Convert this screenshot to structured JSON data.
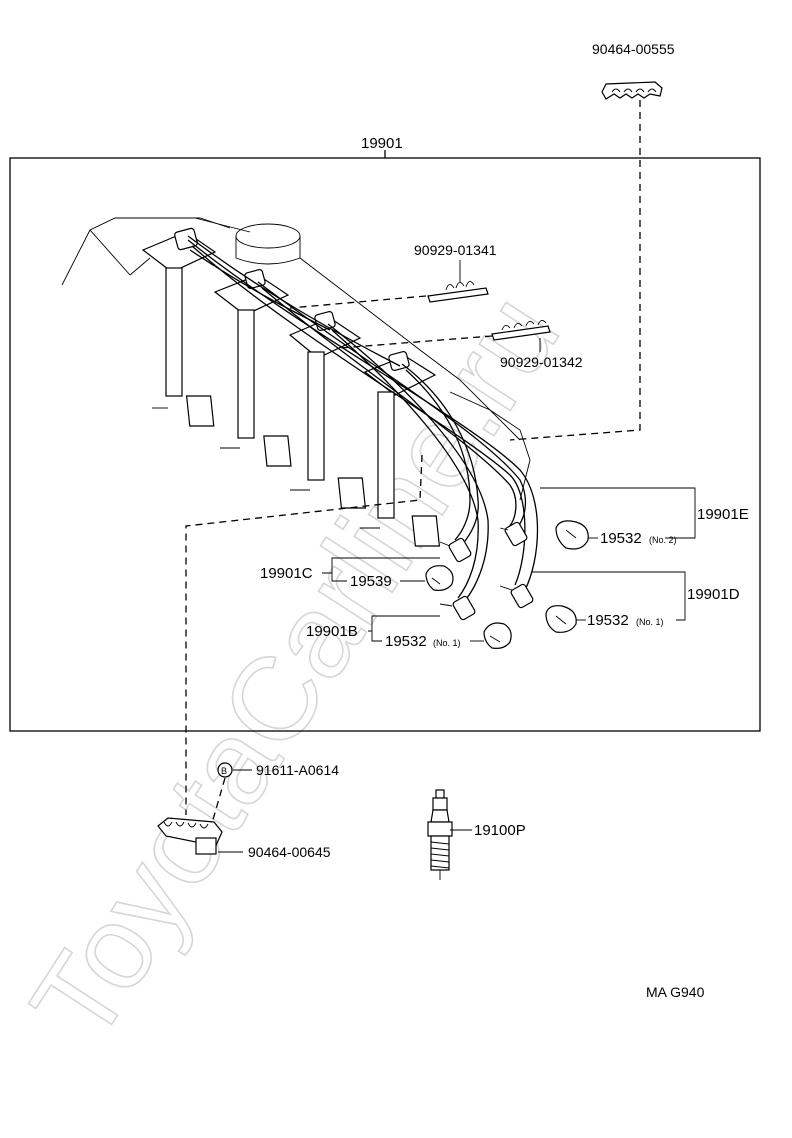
{
  "watermark": "ToyotaCarline.ru",
  "diagram_code": "MA G940",
  "assembly": {
    "number": "19901"
  },
  "parts": {
    "top_clamp": "90464-00555",
    "clamp_a": "90929-01341",
    "clamp_b": "90929-01342",
    "cord_e": "19901E",
    "cord_d": "19901D",
    "cord_c": "19901C",
    "cord_b": "19901B",
    "boot_e": "19532",
    "boot_e_note": "(No. 2)",
    "boot_d": "19532",
    "boot_d_note": "(No. 1)",
    "boot_c": "19539",
    "boot_b": "19532",
    "boot_b_note": "(No. 1)",
    "bolt_marker": "B",
    "bolt": "91611-A0614",
    "bottom_clamp": "90464-00645",
    "spark_plug": "19100P"
  }
}
